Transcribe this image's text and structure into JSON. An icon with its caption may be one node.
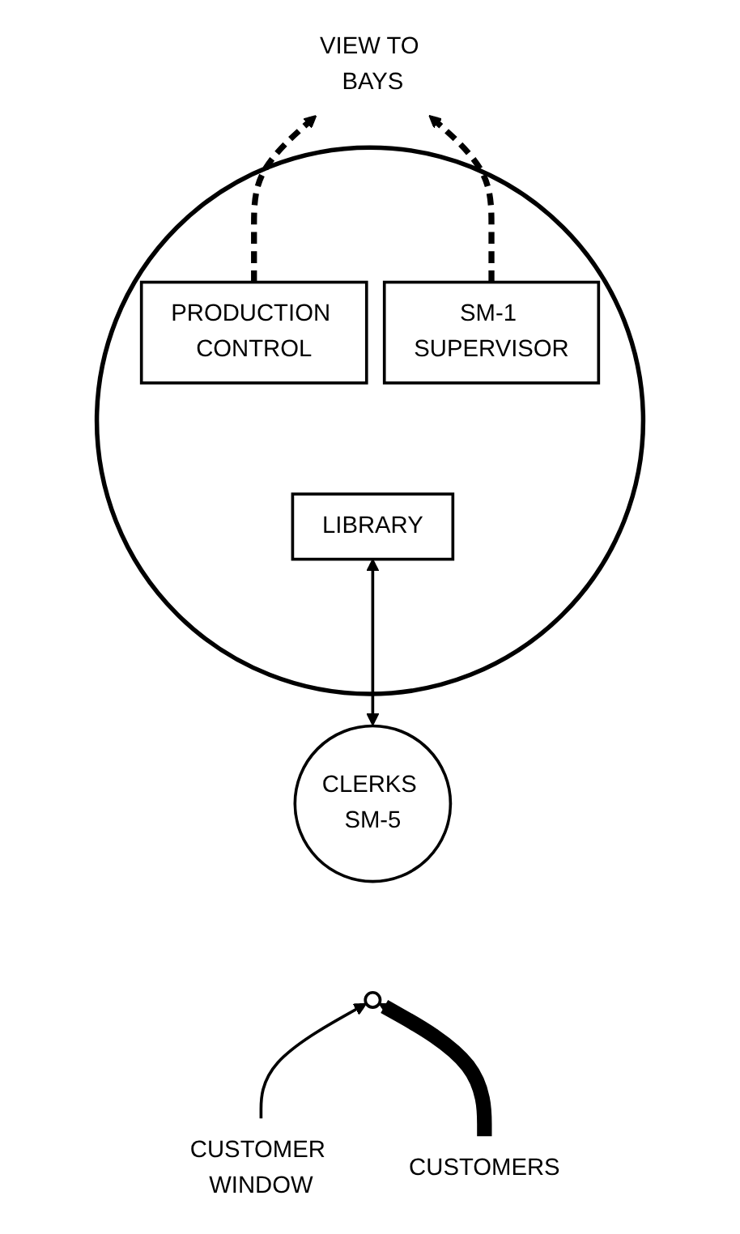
{
  "diagram": {
    "nodes": [
      {
        "text": [],
        "shape": "circle"
      },
      {
        "text": [
          "PRODUCTION CONTROL"
        ],
        "in": 0
      },
      {
        "text": [
          "SM-1 SUPERVISOR"
        ],
        "in": 0
      },
      {
        "text": [
          "LIBRARY"
        ],
        "in": 0
      },
      {
        "text": [
          "VIEW TO BAYS"
        ]
      },
      {
        "text": [
          "CLERKS SM-5"
        ]
      },
      {
        "text": [],
        "shape": "circle"
      },
      {
        "text": [
          "CUSTOMER WINDOW"
        ]
      },
      {
        "text": [
          "CUSTOMERS"
        ]
      }
    ],
    "edges": [
      {
        "from": 1,
        "to": 4,
        "arrow": "to",
        "style": "dashed"
      },
      {
        "from": 2,
        "to": 4,
        "arrow": "to",
        "style": "dashed"
      },
      {
        "from": 3,
        "to": 5,
        "arrow": "both"
      },
      {
        "from": 7,
        "to": 6,
        "arrow": "to"
      },
      {
        "from": 8,
        "to": 6,
        "arrow": "to",
        "style": "thick"
      }
    ]
  }
}
